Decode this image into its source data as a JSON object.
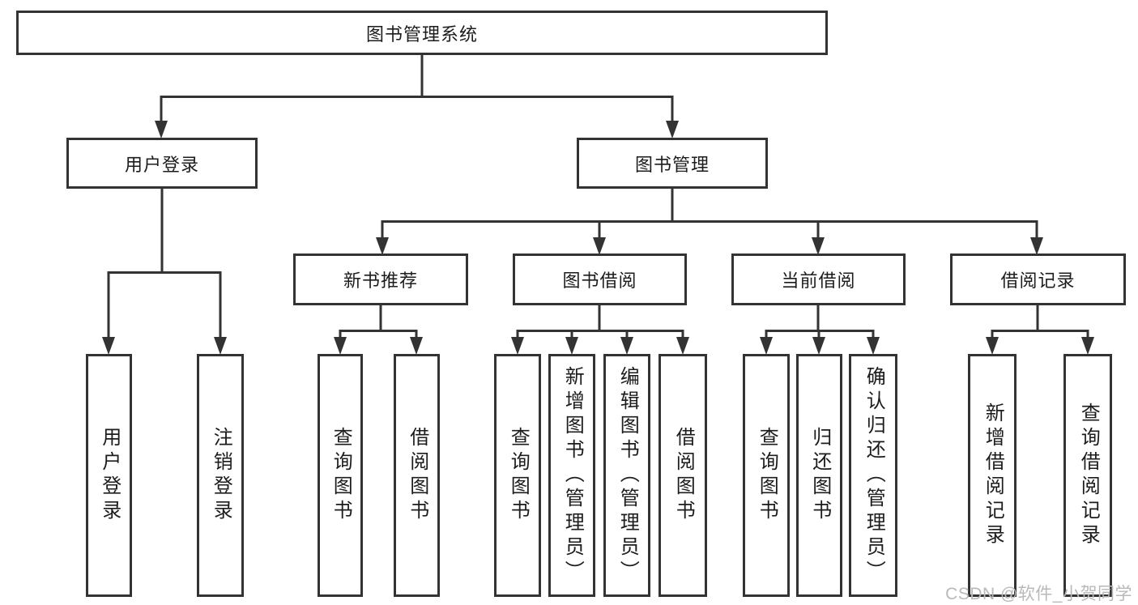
{
  "diagram": {
    "title": "图书管理系统",
    "nodes": {
      "root": "图书管理系统",
      "user_login": "用户登录",
      "book_management": "图书管理",
      "new_book_recommend": "新书推荐",
      "book_borrow": "图书借阅",
      "current_borrow": "当前借阅",
      "borrow_records": "借阅记录",
      "leaf_user_login": "用户登录",
      "leaf_logout": "注销登录",
      "leaf_newbook_query": "查询图书",
      "leaf_newbook_borrow": "借阅图书",
      "leaf_borrow_query": "查询图书",
      "leaf_borrow_add_admin": "新增图书（管理员）",
      "leaf_borrow_edit_admin": "编辑图书（管理员）",
      "leaf_borrow_borrow": "借阅图书",
      "leaf_current_query": "查询图书",
      "leaf_current_return": "归还图书",
      "leaf_current_confirm_admin": "确认归还（管理员）",
      "leaf_records_add": "新增借阅记录",
      "leaf_records_query": "查询借阅记录"
    }
  },
  "watermark": "CSDN @软件_小贺同学",
  "colors": {
    "line": "#333333",
    "box_border": "#333333",
    "text": "#1c1c1c",
    "watermark": "#b9b9b9",
    "background": "#ffffff"
  }
}
